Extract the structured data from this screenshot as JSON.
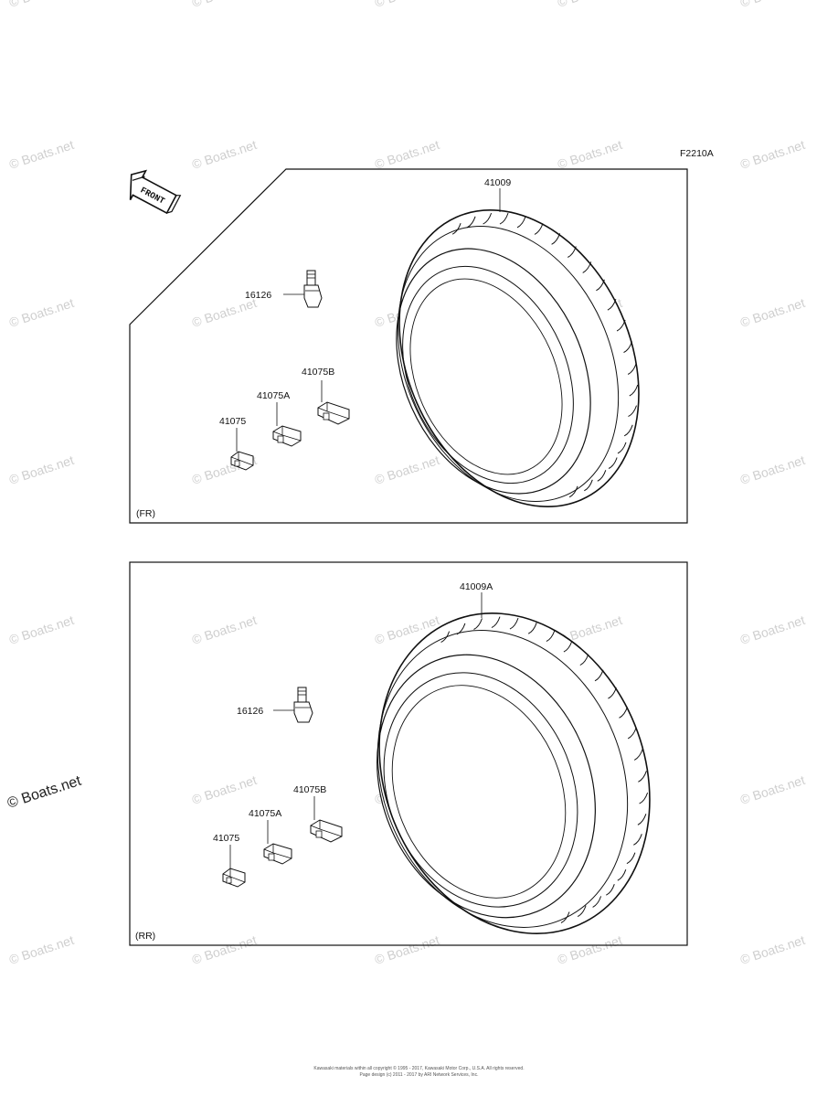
{
  "figure_code": "F2210A",
  "front_label": "FRONT",
  "watermark_text": "© Boats.net",
  "footer": {
    "line1": "Kawasaki materials within all copyright © 1995 - 2017, Kawasaki Motor Corp., U.S.A. All rights reserved.",
    "line2": "Page design (c) 2011 - 2017 by ARI Network Services, Inc."
  },
  "front_panel": {
    "section_label": "(FR)",
    "parts": {
      "tire": "41009",
      "valve": "16126",
      "weight_b": "41075B",
      "weight_a": "41075A",
      "weight": "41075"
    }
  },
  "rear_panel": {
    "section_label": "(RR)",
    "parts": {
      "tire": "41009A",
      "valve": "16126",
      "weight_b": "41075B",
      "weight_a": "41075A",
      "weight": "41075"
    }
  }
}
